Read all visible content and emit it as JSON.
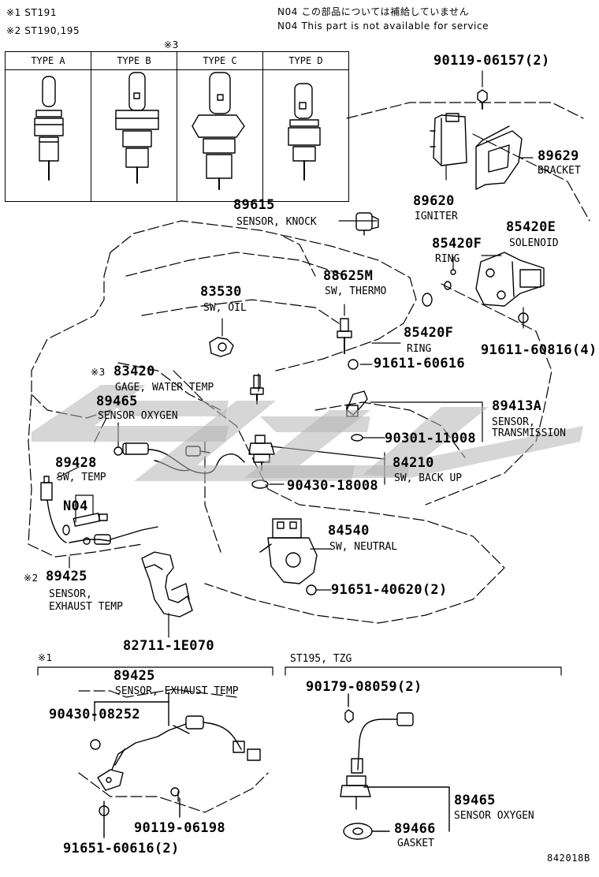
{
  "notes": {
    "note1": "※1 ST191",
    "note2": "※2 ST190,195",
    "n04_jp": "N04 この部品については補給していません",
    "n04_en": "N04 This part is not available for service",
    "type_mark": "※3"
  },
  "types": [
    "TYPE A",
    "TYPE B",
    "TYPE C",
    "TYPE D"
  ],
  "parts": {
    "p90119_06157": "90119-06157(2)",
    "p89629": "89629",
    "p89629_name": "BRACKET",
    "p89620": "89620",
    "p89620_name": "IGNITER",
    "p89615": "89615",
    "p89615_name": "SENSOR, KNOCK",
    "p85420E": "85420E",
    "p85420E_name": "SOLENOID",
    "p85420F_a": "85420F",
    "p85420F_a_name": "RING",
    "p88625M": "88625M",
    "p88625M_name": "SW, THERMO",
    "p83530": "83530",
    "p83530_name": "SW, OIL",
    "p85420F_b": "85420F",
    "p85420F_b_name": "RING",
    "p91611_60816": "91611-60816(4)",
    "p91611_60616": "91611-60616",
    "p83420_mark": "※3",
    "p83420": "83420",
    "p83420_name": "GAGE, WATER TEMP",
    "p89465_top": "89465",
    "p89465_top_name": "SENSOR OXYGEN",
    "p89413A": "89413A",
    "p89413A_name1": "SENSOR,",
    "p89413A_name2": "TRANSMISSION",
    "p90301_11008": "90301-11008",
    "p89428": "89428",
    "p89428_name": "SW, TEMP",
    "p84210": "84210",
    "p84210_name": "SW, BACK UP",
    "p90430_18008": "90430-18008",
    "n04": "N04",
    "p84540": "84540",
    "p84540_name": "SW, NEUTRAL",
    "p89425_mark": "※2",
    "p89425": "89425",
    "p89425_name1": "SENSOR,",
    "p89425_name2": "EXHAUST TEMP",
    "p91651_40620": "91651-40620(2)",
    "p82711_1E070": "82711-1E070"
  },
  "bottom_left": {
    "mark": "※1",
    "p89425": "89425",
    "p89425_name": "SENSOR, EXHAUST TEMP",
    "p90430_08252": "90430-08252",
    "p90119_06198": "90119-06198",
    "p91651_60616": "91651-60616(2)"
  },
  "bottom_right": {
    "heading": "ST195, TZG",
    "p90179_08059": "90179-08059(2)",
    "p89465": "89465",
    "p89465_name": "SENSOR OXYGEN",
    "p89466": "89466",
    "p89466_name": "GASKET"
  },
  "figure_id": "842018B"
}
